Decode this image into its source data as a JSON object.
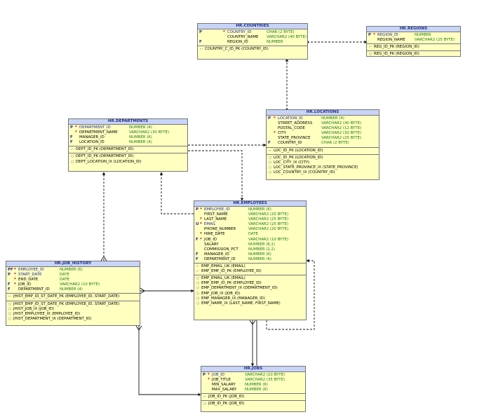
{
  "tables": {
    "countries": {
      "title": "HR.COUNTRIES",
      "columns": [
        {
          "key": "P",
          "req": "*",
          "name": "COUNTRY_ID",
          "type": "CHAR (2 BYTE)",
          "pk": true
        },
        {
          "key": "",
          "req": "",
          "name": "COUNTRY_NAME",
          "type": "VARCHAR2 (40 BYTE)",
          "pk": false
        },
        {
          "key": "F",
          "req": "",
          "name": "REGION_ID",
          "type": "NUMBER",
          "pk": false
        }
      ],
      "keys": [
        "COUNTRY_C_ID_PK (COUNTRY_ID)"
      ],
      "indexes": []
    },
    "regions": {
      "title": "HR.REGIONS",
      "columns": [
        {
          "key": "P",
          "req": "*",
          "name": "REGION_ID",
          "type": "NUMBER",
          "pk": true
        },
        {
          "key": "",
          "req": "",
          "name": "REGION_NAME",
          "type": "VARCHAR2 (25 BYTE)",
          "pk": false
        }
      ],
      "keys": [
        "REG_ID_PK (REGION_ID)"
      ],
      "indexes": [
        "REG_ID_PK (REGION_ID)"
      ]
    },
    "departments": {
      "title": "HR.DEPARTMENTS",
      "columns": [
        {
          "key": "P",
          "req": "*",
          "name": "DEPARTMENT_ID",
          "type": "NUMBER (4)",
          "pk": true
        },
        {
          "key": "",
          "req": "*",
          "name": "DEPARTMENT_NAME",
          "type": "VARCHAR2 (30 BYTE)",
          "pk": false
        },
        {
          "key": "F",
          "req": "",
          "name": "MANAGER_ID",
          "type": "NUMBER (6)",
          "pk": false
        },
        {
          "key": "F",
          "req": "",
          "name": "LOCATION_ID",
          "type": "NUMBER (4)",
          "pk": false
        }
      ],
      "keys": [
        "DEPT_ID_PK (DEPARTMENT_ID)"
      ],
      "indexes": [
        "DEPT_ID_PK (DEPARTMENT_ID)",
        "DEPT_LOCATION_IX (LOCATION_ID)"
      ]
    },
    "locations": {
      "title": "HR.LOCATIONS",
      "columns": [
        {
          "key": "P",
          "req": "*",
          "name": "LOCATION_ID",
          "type": "NUMBER (4)",
          "pk": true
        },
        {
          "key": "",
          "req": "",
          "name": "STREET_ADDRESS",
          "type": "VARCHAR2 (40 BYTE)",
          "pk": false
        },
        {
          "key": "",
          "req": "",
          "name": "POSTAL_CODE",
          "type": "VARCHAR2 (12 BYTE)",
          "pk": false
        },
        {
          "key": "",
          "req": "*",
          "name": "CITY",
          "type": "VARCHAR2 (30 BYTE)",
          "pk": false
        },
        {
          "key": "",
          "req": "",
          "name": "STATE_PROVINCE",
          "type": "VARCHAR2 (25 BYTE)",
          "pk": false
        },
        {
          "key": "F",
          "req": "",
          "name": "COUNTRY_ID",
          "type": "CHAR (2 BYTE)",
          "pk": false
        }
      ],
      "keys": [
        "LOC_ID_PK (LOCATION_ID)"
      ],
      "indexes": [
        "LOC_ID_PK (LOCATION_ID)",
        "LOC_CITY_IX (CITY)",
        "LOC_STATE_PROVINCE_IX (STATE_PROVINCE)",
        "LOC_COUNTRY_IX (COUNTRY_ID)"
      ]
    },
    "employees": {
      "title": "HR.EMPLOYEES",
      "columns": [
        {
          "key": "P",
          "req": "*",
          "name": "EMPLOYEE_ID",
          "type": "NUMBER (6)",
          "pk": true
        },
        {
          "key": "",
          "req": "",
          "name": "FIRST_NAME",
          "type": "VARCHAR2 (20 BYTE)",
          "pk": false
        },
        {
          "key": "",
          "req": "*",
          "name": "LAST_NAME",
          "type": "VARCHAR2 (25 BYTE)",
          "pk": false
        },
        {
          "key": "U",
          "req": "*",
          "name": "EMAIL",
          "type": "VARCHAR2 (25 BYTE)",
          "pk": true
        },
        {
          "key": "",
          "req": "",
          "name": "PHONE_NUMBER",
          "type": "VARCHAR2 (20 BYTE)",
          "pk": false
        },
        {
          "key": "",
          "req": "*",
          "name": "HIRE_DATE",
          "type": "DATE",
          "pk": false
        },
        {
          "key": "F",
          "req": "*",
          "name": "JOB_ID",
          "type": "VARCHAR2 (10 BYTE)",
          "pk": false
        },
        {
          "key": "",
          "req": "",
          "name": "SALARY",
          "type": "NUMBER (8,2)",
          "pk": false
        },
        {
          "key": "",
          "req": "",
          "name": "COMMISSION_PCT",
          "type": "NUMBER (2,2)",
          "pk": false
        },
        {
          "key": "F",
          "req": "",
          "name": "MANAGER_ID",
          "type": "NUMBER (6)",
          "pk": false
        },
        {
          "key": "F",
          "req": "",
          "name": "DEPARTMENT_ID",
          "type": "NUMBER (4)",
          "pk": false
        }
      ],
      "keys": [
        "EMP_EMAIL_UK (EMAIL)",
        "EMP_EMP_ID_PK (EMPLOYEE_ID)"
      ],
      "indexes": [
        "EMP_EMAIL_UK (EMAIL)",
        "EMP_EMP_ID_PK (EMPLOYEE_ID)",
        "EMP_DEPARTMENT_IX (DEPARTMENT_ID)",
        "EMP_JOB_IX (JOB_ID)",
        "EMP_MANAGER_IX (MANAGER_ID)",
        "EMP_NAME_IX (LAST_NAME, FIRST_NAME)"
      ]
    },
    "job_history": {
      "title": "HR.JOB_HISTORY",
      "columns": [
        {
          "key": "PF",
          "req": "*",
          "name": "EMPLOYEE_ID",
          "type": "NUMBER (6)",
          "pk": true
        },
        {
          "key": "P",
          "req": "*",
          "name": "START_DATE",
          "type": "DATE",
          "pk": true
        },
        {
          "key": "",
          "req": "*",
          "name": "END_DATE",
          "type": "DATE",
          "pk": false
        },
        {
          "key": "F",
          "req": "*",
          "name": "JOB_ID",
          "type": "VARCHAR2 (10 BYTE)",
          "pk": false
        },
        {
          "key": "F",
          "req": "",
          "name": "DEPARTMENT_ID",
          "type": "NUMBER (4)",
          "pk": false
        }
      ],
      "keys": [
        "JHIST_EMP_ID_ST_DATE_PK (EMPLOYEE_ID, START_DATE)"
      ],
      "indexes": [
        "JHIST_EMP_ID_ST_DATE_PK (EMPLOYEE_ID, START_DATE)",
        "JHIST_JOB_IX (JOB_ID)",
        "JHIST_EMPLOYEE_IX (EMPLOYEE_ID)",
        "JHIST_DEPARTMENT_IX (DEPARTMENT_ID)"
      ]
    },
    "jobs": {
      "title": "HR.JOBS",
      "columns": [
        {
          "key": "P",
          "req": "*",
          "name": "JOB_ID",
          "type": "VARCHAR2 (10 BYTE)",
          "pk": true
        },
        {
          "key": "",
          "req": "*",
          "name": "JOB_TITLE",
          "type": "VARCHAR2 (35 BYTE)",
          "pk": false
        },
        {
          "key": "",
          "req": "",
          "name": "MIN_SALARY",
          "type": "NUMBER (6)",
          "pk": false
        },
        {
          "key": "",
          "req": "",
          "name": "MAX_SALARY",
          "type": "NUMBER (6)",
          "pk": false
        }
      ],
      "keys": [
        "JOB_ID_PK (JOB_ID)"
      ],
      "indexes": [
        "JOB_ID_PK (JOB_ID)"
      ]
    }
  }
}
